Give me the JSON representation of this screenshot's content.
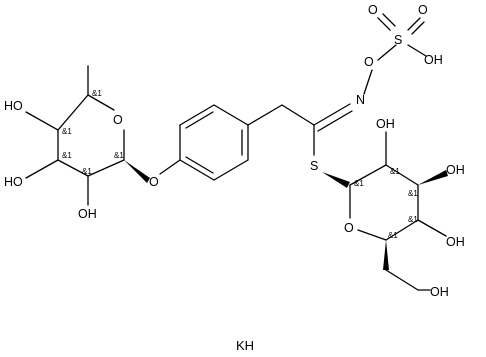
{
  "molecule": {
    "atoms": {
      "o_sulfo_bridge": "O",
      "s_sulfur": "S",
      "o_sulfo_1": "O",
      "o_sulfo_2": "O",
      "oh_sulfo": "OH",
      "n_oxime": "N",
      "s_thio": "S",
      "o_phenoxy": "O",
      "o_rha_ring": "O",
      "oh_rha_1": "HO",
      "oh_rha_2": "HO",
      "oh_rha_3": "OH",
      "o_glc_ring": "O",
      "oh_glc_1": "OH",
      "oh_glc_2": "OH",
      "oh_glc_3": "OH",
      "oh_glc_4": "OH"
    },
    "stereo_label": "&1",
    "counterion": "KH"
  }
}
